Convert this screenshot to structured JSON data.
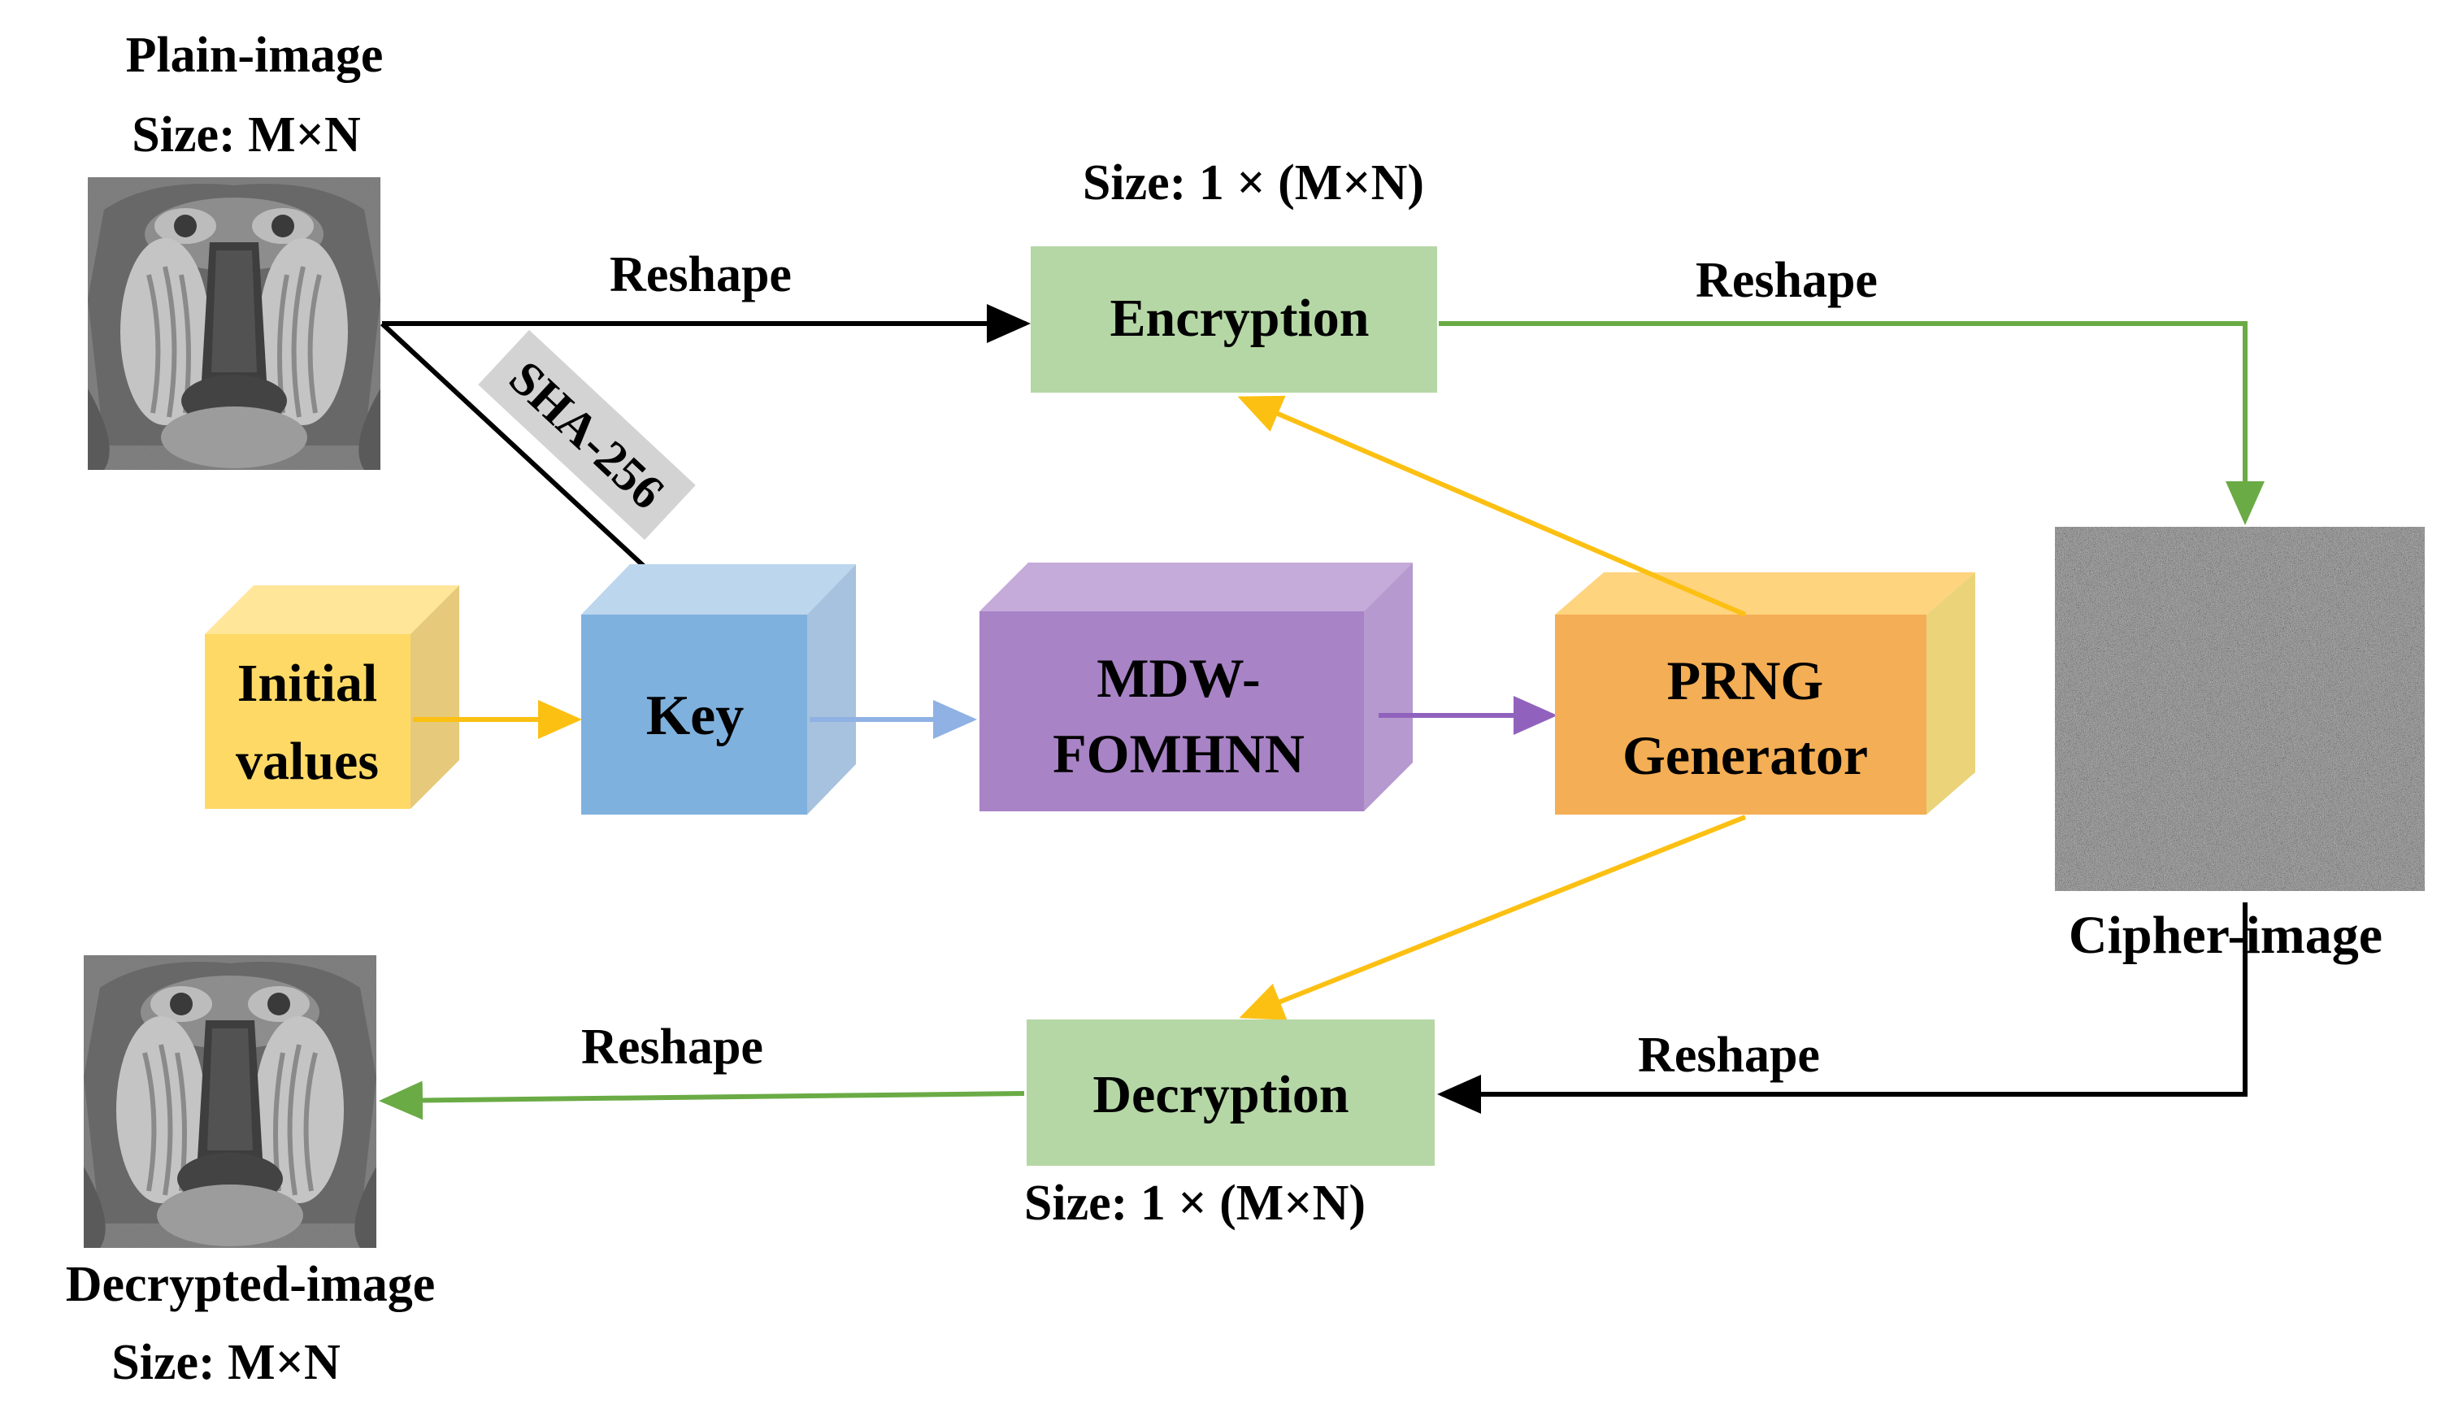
{
  "labels": {
    "plain_title": "Plain-image",
    "plain_size": "Size: M×N",
    "encryption_size": "Size: 1 × (M×N)",
    "reshape_plain_to_enc": "Reshape",
    "reshape_enc_to_cipher": "Reshape",
    "sha": "SHA-256",
    "encryption": "Encryption",
    "initial_line1": "Initial",
    "initial_line2": "values",
    "key": "Key",
    "nn_line1": "MDW-",
    "nn_line2": "FOMHNN",
    "prng_line1": "PRNG",
    "prng_line2": "Generator",
    "cipher_title": "Cipher-image",
    "reshape_cipher_to_dec": "Reshape",
    "decryption": "Decryption",
    "reshape_dec_to_out": "Reshape",
    "decryption_size": "Size: 1 × (M×N)",
    "decrypted_title": "Decrypted-image",
    "decrypted_size": "Size: M×N"
  },
  "colors": {
    "process_box": "#b5d7a5",
    "initial_front": "#ffd966",
    "key_front": "#7fb1de",
    "nn_front": "#a883c6",
    "prng_front": "#f4ae55",
    "arrow_black": "#000000",
    "arrow_green": "#6aab45",
    "arrow_yellow": "#fcc013",
    "arrow_blue": "#8fb1e3",
    "arrow_purple": "#9162bd",
    "sha_bg": "#d3d3d3"
  }
}
